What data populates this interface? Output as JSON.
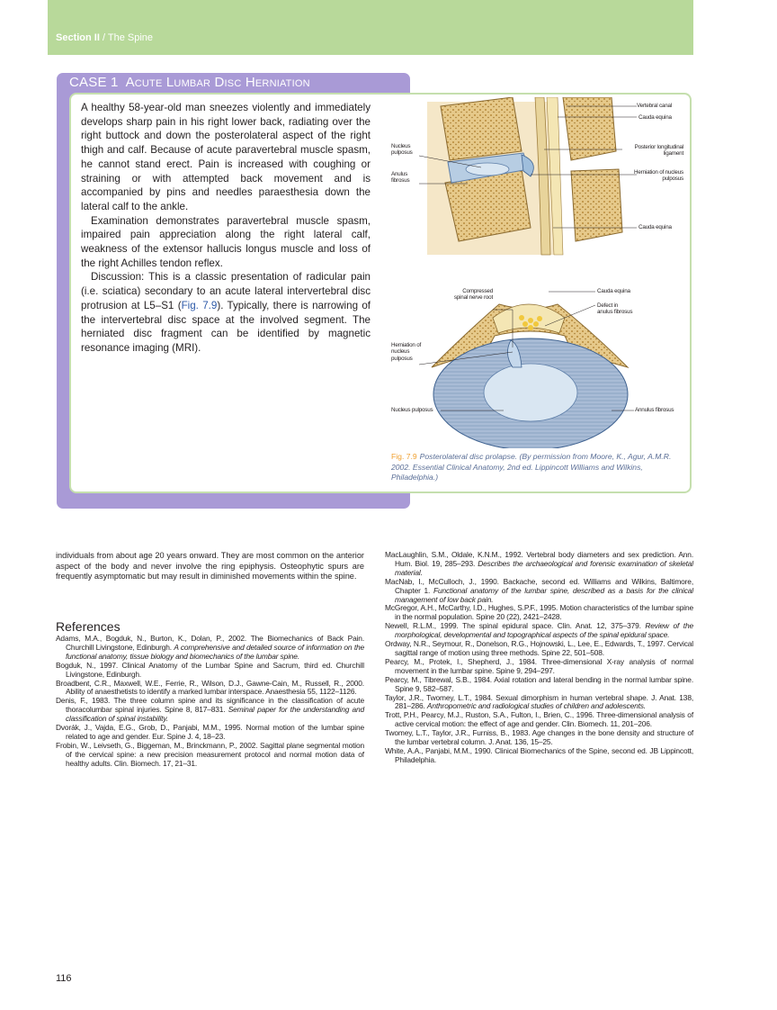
{
  "header": {
    "section": "Section II",
    "separator": " / ",
    "title": "The Spine"
  },
  "case": {
    "number": "CASE 1",
    "title": "Acute Lumbar Disc Herniation",
    "paragraphs": [
      "A healthy 58-year-old man sneezes violently and immediately develops sharp pain in his right lower back, radiating over the right buttock and down the posterolateral aspect of the right thigh and calf. Because of acute paravertebral muscle spasm, he cannot stand erect. Pain is increased with coughing or straining or with attempted back movement and is accompanied by pins and needles paraesthesia down the lateral calf to the ankle.",
      "Examination demonstrates paravertebral muscle spasm, impaired pain appreciation along the right lateral calf, weakness of the extensor hallucis longus muscle and loss of the right Achilles tendon reflex."
    ],
    "discussion_before": "Discussion: This is a classic presentation of radicular pain (i.e. sciatica) secondary to an acute lateral intervertebral disc protrusion at L5–S1 (",
    "discussion_ref": "Fig. 7.9",
    "discussion_after": "). Typically, there is narrowing of the intervertebral disc space at the involved segment. The herniated disc fragment can be identified by magnetic resonance imaging (MRI)."
  },
  "figure": {
    "labels": {
      "vertebral_canal": "Vertebral canal",
      "cauda_equina_1": "Cauda equina",
      "nucleus_pulposus_1": "Nucleus pulposus",
      "posterior_longitudinal": "Posterior longitudinal ligament",
      "anulus_fibrosus_1": "Anulus fibrosus",
      "herniation_1": "Herniation of nucleus pulposus",
      "cauda_equina_2": "Cauda equina",
      "compressed_root": "Compressed spinal nerve root",
      "cauda_equina_3": "Cauda equina",
      "defect": "Defect in anulus fibrosus",
      "herniation_2": "Herniation of nucleus pulposus",
      "nucleus_pulposus_2": "Nucleus pulposus",
      "annulus_fibrosus_2": "Annulus fibrosus"
    },
    "caption_num": "Fig. 7.9",
    "caption_text": "Posterolateral disc prolapse. (By permission from Moore, K., Agur, A.M.R. 2002. Essential Clinical Anatomy, 2nd ed. Lippincott Williams and Wilkins, Philadelphia.)"
  },
  "body_text": "individuals from about age 20 years onward. They are most common on the anterior aspect of the body and never involve the ring epiphysis. Osteophytic spurs are frequently asymptomatic but may result in diminished movements within the spine.",
  "references_heading": "References",
  "references_left": [
    {
      "plain": "Adams, M.A., Bogduk, N., Burton, K., Dolan, P., 2002. The Biomechanics of Back Pain. Churchill Livingstone, Edinburgh. ",
      "note": "A comprehensive and detailed source of information on the functional anatomy, tissue biology and biomechanics of the lumbar spine."
    },
    {
      "plain": "Bogduk, N., 1997. Clinical Anatomy of the Lumbar Spine and Sacrum, third ed. Churchill Livingstone, Edinburgh.",
      "note": ""
    },
    {
      "plain": "Broadbent, C.R., Maxwell, W.E., Ferrie, R., Wilson, D.J., Gawne-Cain, M., Russell, R., 2000. Ability of anaesthetists to identify a marked lumbar interspace. Anaesthesia 55, 1122–1126.",
      "note": ""
    },
    {
      "plain": "Denis, F., 1983. The three column spine and its significance in the classification of acute thoracolumbar spinal injuries. Spine 8, 817–831. ",
      "note": "Seminal paper for the understanding and classification of spinal instability."
    },
    {
      "plain": "Dvorák, J., Vajda, E.G., Grob, D., Panjabi, M.M., 1995. Normal motion of the lumbar spine related to age and gender. Eur. Spine J. 4, 18–23.",
      "note": ""
    },
    {
      "plain": "Frobin, W., Leivseth, G., Biggeman, M., Brinckmann, P., 2002. Sagittal plane segmental motion of the cervical spine: a new precision measurement protocol and normal motion data of healthy adults. Clin. Biomech. 17, 21–31.",
      "note": ""
    }
  ],
  "references_right": [
    {
      "plain": "MacLaughlin, S.M., Oldale, K.N.M., 1992. Vertebral body diameters and sex prediction. Ann. Hum. Biol. 19, 285–293. ",
      "note": "Describes the archaeological and forensic examination of skeletal material."
    },
    {
      "plain": "MacNab, I., McCulloch, J., 1990. Backache, second ed. Williams and Wilkins, Baltimore, Chapter 1. ",
      "note": "Functional anatomy of the lumbar spine, described as a basis for the clinical management of low back pain."
    },
    {
      "plain": "McGregor, A.H., McCarthy, I.D., Hughes, S.P.F., 1995. Motion characteristics of the lumbar spine in the normal population. Spine 20 (22), 2421–2428.",
      "note": ""
    },
    {
      "plain": "Newell, R.L.M., 1999. The spinal epidural space. Clin. Anat. 12, 375–379. ",
      "note": "Review of the morphological, developmental and topographical aspects of the spinal epidural space."
    },
    {
      "plain": "Ordway, N.R., Seymour, R., Donelson, R.G., Hojnowski, L., Lee, E., Edwards, T., 1997. Cervical sagittal range of motion using three methods. Spine 22, 501–508.",
      "note": ""
    },
    {
      "plain": "Pearcy, M., Protek, I., Shepherd, J., 1984. Three-dimensional X-ray analysis of normal movement in the lumbar spine. Spine 9, 294–297.",
      "note": ""
    },
    {
      "plain": "Pearcy, M., Tibrewal, S.B., 1984. Axial rotation and lateral bending in the normal lumbar spine. Spine 9, 582–587.",
      "note": ""
    },
    {
      "plain": "Taylor, J.R., Twomey, L.T., 1984. Sexual dimorphism in human vertebral shape. J. Anat. 138, 281–286. ",
      "note": "Anthropometric and radiological studies of children and adolescents."
    },
    {
      "plain": "Trott, P.H., Pearcy, M.J., Ruston, S.A., Fulton, I., Brien, C., 1996. Three-dimensional analysis of active cervical motion: the effect of age and gender. Clin. Biomech. 11, 201–206.",
      "note": ""
    },
    {
      "plain": "Twomey, L.T., Taylor, J.R., Furniss, B., 1983. Age changes in the bone density and structure of the lumbar vertebral column. J. Anat. 136, 15–25.",
      "note": ""
    },
    {
      "plain": "White, A.A., Panjabi, M.M., 1990. Clinical Biomechanics of the Spine, second ed. JB Lippincott, Philadelphia.",
      "note": ""
    }
  ],
  "page_number": "116",
  "colors": {
    "header_band": "#b8d99a",
    "case_panel": "#a99ad6",
    "case_border": "#c5dfae",
    "caption": "#5a6e96",
    "fig_num": "#f0a030",
    "link": "#2e5aa8"
  }
}
